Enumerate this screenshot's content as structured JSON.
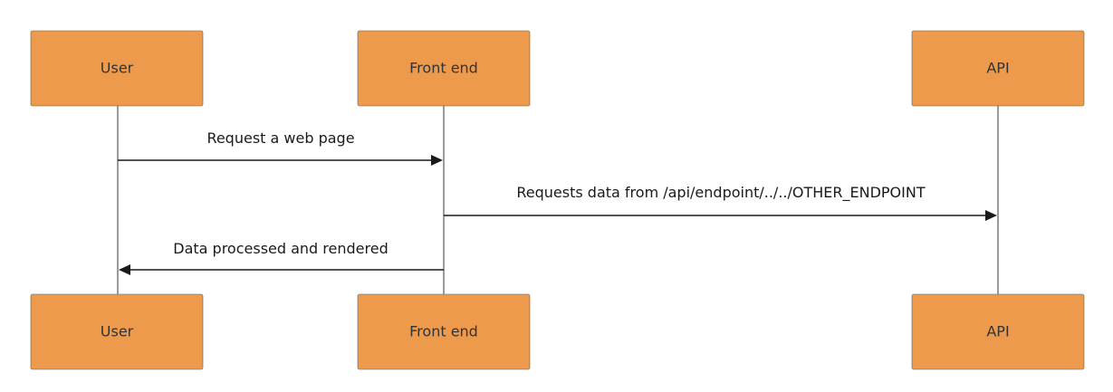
{
  "participants": {
    "user": "User",
    "frontend": "Front end",
    "api": "API"
  },
  "messages": [
    {
      "from": "User",
      "to": "Front end",
      "label": "Request a web page"
    },
    {
      "from": "Front end",
      "to": "API",
      "label": "Requests data from /api/endpoint/../../OTHER_ENDPOINT"
    },
    {
      "from": "Front end",
      "to": "User",
      "label": "Data processed and rendered"
    }
  ],
  "colors": {
    "actor_fill": "#ee9a4c",
    "actor_border": "#5e5e5e",
    "lifeline": "#9a9a9a",
    "arrow": "#1a1a1a",
    "text": "#333333"
  }
}
